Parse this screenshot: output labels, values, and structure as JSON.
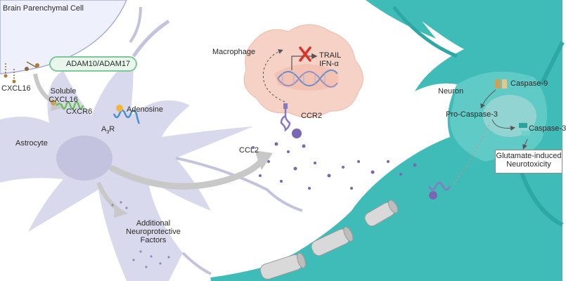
{
  "colors": {
    "astrocyte": "#d9d9ee",
    "neuron": "#3fbcb8",
    "macrophage": "#f6d2c6",
    "receptor_green": "#6dbf5a",
    "receptor_blue": "#4a8fd0",
    "receptor_purple": "#8a78c0",
    "dot_purple": "#7b66b3",
    "arrow_gray": "#c8c8c8",
    "caspase_gold": "#c9a35a",
    "caspase_teal": "#2aa3a0",
    "inhibit_red": "#d9342b"
  },
  "labels": {
    "brain_cell": "Brain Parenchymal Cell",
    "adam": "ADAM10/ADAM17",
    "cxcl16": "CXCL16",
    "soluble_cxcl16": [
      "Soluble",
      "CXCL16"
    ],
    "cxcr6": "CXCR6",
    "adenosine": "Adenosine",
    "a3r_base": "A",
    "a3r_sub": "3",
    "a3r_tail": "R",
    "astrocyte": "Astrocyte",
    "macrophage": "Macrophage",
    "trail": "TRAIL",
    "ifn": "IFN-α",
    "ccr2": "CCR2",
    "ccl2": "CCL2",
    "neuron": "Neuron",
    "caspase9": "Caspase-9",
    "pro_caspase3": "Pro-Caspase-3",
    "caspase3": "Caspase-3",
    "glutamate": [
      "Glutamate-induced",
      "Neurotoxicity"
    ],
    "additional": [
      "Additional",
      "Neuroprotective",
      "Factors"
    ]
  }
}
